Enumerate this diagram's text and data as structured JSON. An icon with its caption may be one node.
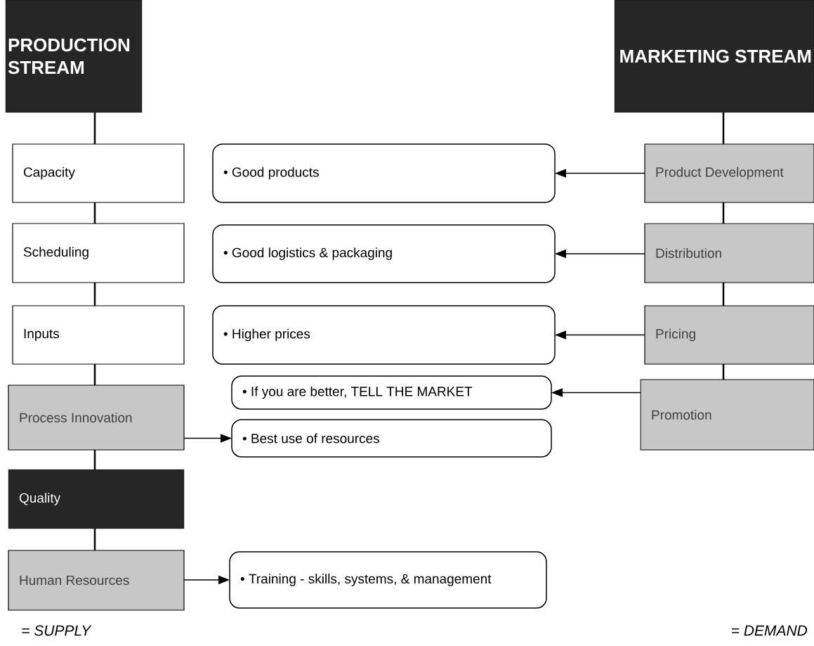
{
  "diagram": {
    "nodes": [
      {
        "text": [
          "PRODUCTION STREAM"
        ]
      },
      {
        "text": [
          "Capacity"
        ]
      },
      {
        "text": [
          "Scheduling"
        ]
      },
      {
        "text": [
          "Inputs"
        ]
      },
      {
        "text": [
          "Process Innovation"
        ]
      },
      {
        "text": [
          "Quality"
        ]
      },
      {
        "text": [
          "Human Resources"
        ]
      },
      {
        "text": [
          "MARKETING STREAM"
        ]
      },
      {
        "text": [
          "Product Development"
        ]
      },
      {
        "text": [
          "Distribution"
        ]
      },
      {
        "text": [
          "Pricing"
        ]
      },
      {
        "text": [
          "Promotion"
        ]
      },
      {
        "text": [
          "• Good products"
        ]
      },
      {
        "text": [
          "• Good logistics & packaging"
        ]
      },
      {
        "text": [
          "• Higher prices"
        ]
      },
      {
        "text": [
          "• If you are better, TELL THE MARKET"
        ]
      },
      {
        "text": [
          "• Best use of resources"
        ]
      },
      {
        "text": [
          "• Training - skills, systems, & management"
        ]
      }
    ],
    "edges": [
      {
        "from": 0,
        "to": 1,
        "arrow": "none"
      },
      {
        "from": 1,
        "to": 2,
        "arrow": "none"
      },
      {
        "from": 2,
        "to": 3,
        "arrow": "none"
      },
      {
        "from": 3,
        "to": 4,
        "arrow": "none"
      },
      {
        "from": 4,
        "to": 5,
        "arrow": "none"
      },
      {
        "from": 5,
        "to": 6,
        "arrow": "none"
      },
      {
        "from": 7,
        "to": 8,
        "arrow": "none"
      },
      {
        "from": 8,
        "to": 9,
        "arrow": "none"
      },
      {
        "from": 9,
        "to": 10,
        "arrow": "none"
      },
      {
        "from": 10,
        "to": 11,
        "arrow": "none"
      },
      {
        "from": 8,
        "to": 12,
        "arrow": "to"
      },
      {
        "from": 9,
        "to": 13,
        "arrow": "to"
      },
      {
        "from": 10,
        "to": 14,
        "arrow": "to"
      },
      {
        "from": 11,
        "to": 15,
        "arrow": "to"
      },
      {
        "from": 4,
        "to": 16,
        "arrow": "to"
      },
      {
        "from": 6,
        "to": 17,
        "arrow": "to"
      }
    ],
    "labels": [
      "= SUPPLY",
      "= DEMAND"
    ]
  }
}
